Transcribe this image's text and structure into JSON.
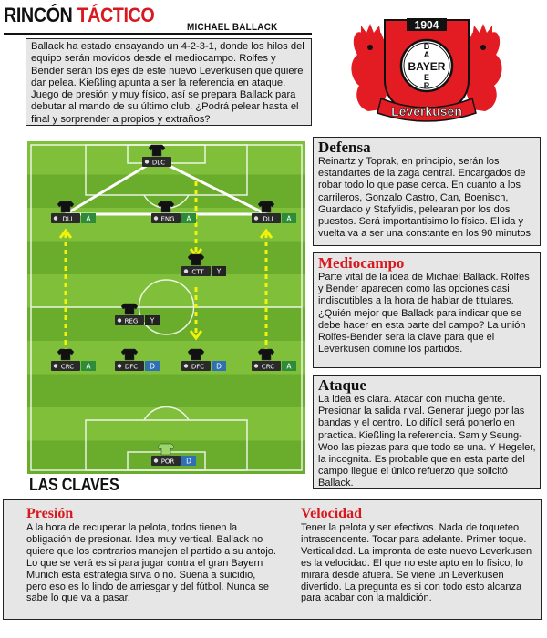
{
  "header": {
    "title_part1": "RINCÓN",
    "title_part2": "TÁCTICO",
    "author": "MICHAEL BALLACK"
  },
  "intro_text": "Ballack ha estado ensayando un 4-2-3-1, donde los hilos del equipo serán movidos desde el mediocampo. Rolfes y Bender serán los ejes de este nuevo Leverkusen que quiere dar pelea. Kießling apunta a ser la referencia en ataque. Juego de presión y muy físico, así se prepara Ballack para debutar al mando de su último club. ¿Podrá pelear hasta el final y sorprender a propios y extraños?",
  "logo": {
    "year": "1904",
    "brand": "BAYER",
    "club": "Leverkusen",
    "colors": {
      "red": "#e31b23",
      "black": "#111111",
      "white": "#ffffff"
    }
  },
  "pitch": {
    "colors": {
      "light": "#7fbf3a",
      "dark": "#6aac2c",
      "lines": "#ffffff",
      "arrow": "#f2f20a"
    },
    "players": [
      {
        "role": "DLC",
        "badge": "",
        "badge_color": ""
      },
      {
        "role": "DLI",
        "badge": "A",
        "badge_color": "#2e8b3a"
      },
      {
        "role": "ENG",
        "badge": "A",
        "badge_color": "#2e8b3a"
      },
      {
        "role": "DLI",
        "badge": "A",
        "badge_color": "#2e8b3a"
      },
      {
        "role": "CTT",
        "badge": "Y",
        "badge_color": "#222222"
      },
      {
        "role": "REG",
        "badge": "Y",
        "badge_color": "#222222"
      },
      {
        "role": "CRC",
        "badge": "A",
        "badge_color": "#2e8b3a"
      },
      {
        "role": "DFC",
        "badge": "D",
        "badge_color": "#2f6fb3"
      },
      {
        "role": "DFC",
        "badge": "D",
        "badge_color": "#2f6fb3"
      },
      {
        "role": "CRC",
        "badge": "A",
        "badge_color": "#2e8b3a"
      },
      {
        "role": "POR",
        "badge": "D",
        "badge_color": "#2f6fb3"
      }
    ]
  },
  "sections": {
    "defensa": {
      "title": "Defensa",
      "text": "Reinartz y Toprak, en principio, serán los estandartes de la zaga central. Encargados de robar todo lo que pase cerca. En cuanto a los carrileros, Gonzalo Castro, Can, Boenisch, Guardado y Stafylidis, pelearan por los dos puestos. Será importantisimo lo físico. El ida y vuelta va a ser una constante en los 90 minutos."
    },
    "mediocampo": {
      "title": "Mediocampo",
      "text": "Parte vital de la idea de Michael Ballack. Rolfes y Bender aparecen como las opciones casi indiscutibles a la hora de hablar de titulares. ¿Quién mejor que Ballack para indicar que se debe hacer en esta parte del campo? La unión Rolfes-Bender sera la clave para que el Leverkusen domine los partidos."
    },
    "ataque": {
      "title": "Ataque",
      "text": "La idea es clara. Atacar con mucha gente. Presionar la salida rival. Generar juego por las bandas y el centro. Lo difícil será ponerlo en practica. Kießling la referencia. Sam y Seung-Woo las piezas para que todo se una. Y Hegeler, la incognita. Es probable que en esta parte del campo llegue el único refuerzo que solicitó Ballack."
    }
  },
  "claves_title": "LAS CLAVES",
  "claves": {
    "presion": {
      "title": "Presión",
      "text": "A la hora de recuperar la pelota, todos tienen la obligación de presionar. Idea muy vertical. Ballack no quiere que los contrarios manejen el partido a su antojo. Lo que se verá es si para jugar contra el gran Bayern Munich esta estrategia sirva o no. Suena a suicidio, pero eso es lo lindo de arriesgar y del fútbol. Nunca se sabe lo que va a pasar."
    },
    "velocidad": {
      "title": "Velocidad",
      "text": "Tener la pelota y ser efectivos. Nada de toqueteo intrascendente. Tocar para adelante. Primer toque. Verticalidad. La impronta de este nuevo Leverkusen es la velocidad. El que no este apto en lo físico, lo mirara desde afuera. Se viene un Leverkusen divertido. La pregunta es si con todo esto alcanza para acabar con la maldición."
    }
  }
}
